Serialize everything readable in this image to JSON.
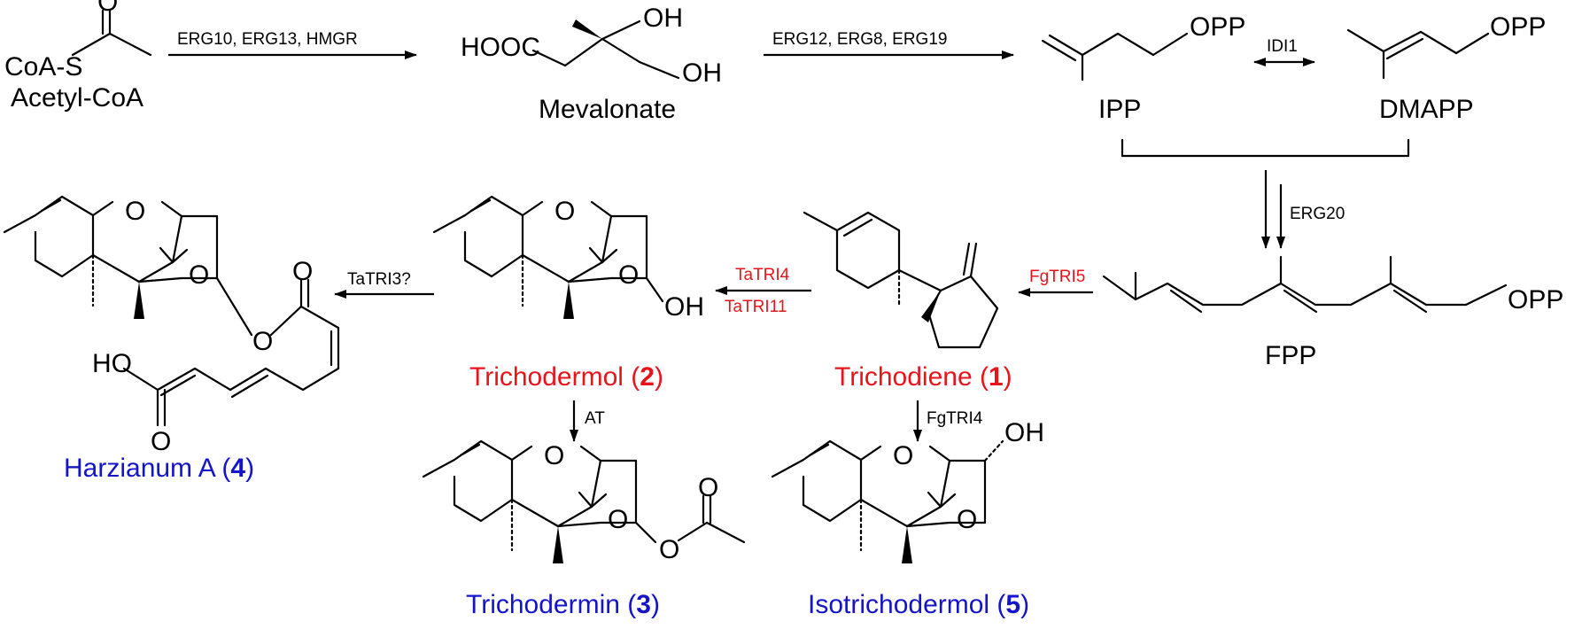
{
  "colors": {
    "ink": "#000000",
    "enzyme_red": "#e8141c",
    "compound_blue": "#1414c8"
  },
  "compounds": {
    "acetyl_coa": {
      "name": "Acetyl-CoA",
      "group": "CoA-S",
      "oxygen": "O"
    },
    "mevalonate": {
      "name": "Mevalonate",
      "acid": "HOOC",
      "oh_top": "OH",
      "oh_right": "OH"
    },
    "ipp": {
      "name": "IPP",
      "opp": "OPP"
    },
    "dmapp": {
      "name": "DMAPP",
      "opp": "OPP"
    },
    "fpp": {
      "name": "FPP",
      "opp": "OPP"
    },
    "trichodiene": {
      "name": "Trichodiene (",
      "num": "1",
      "close": ")"
    },
    "trichodermol": {
      "name": "Trichodermol (",
      "num": "2",
      "close": ")",
      "oh": "OH",
      "ring_o": "O",
      "epox_o": "O"
    },
    "trichodermin": {
      "name": "Trichodermin (",
      "num": "3",
      "close": ")",
      "ring_o": "O",
      "epox_o": "O",
      "ester_o": "O",
      "carbonyl_o": "O"
    },
    "harzianum": {
      "name": "Harzianum A (",
      "num": "4",
      "close": ")",
      "ring_o": "O",
      "epox_o": "O",
      "ester_o": "O",
      "carbonyl_o": "O",
      "acid_oh": "HO",
      "acid_o": "O"
    },
    "isotrichodermol": {
      "name": "Isotrichodermol (",
      "num": "5",
      "close": ")",
      "oh": "OH",
      "ring_o": "O",
      "epox_o": "O"
    }
  },
  "enzymes": {
    "step1": "ERG10, ERG13, HMGR",
    "step2": "ERG12, ERG8, ERG19",
    "isomerase": "IDI1",
    "fpp_synthase": "ERG20",
    "tri5": "FgTRI5",
    "tri4a": "TaTRI4",
    "tri11": "TaTRI11",
    "tri3": "TaTRI3?",
    "at": "AT",
    "tri4b": "FgTRI4"
  }
}
